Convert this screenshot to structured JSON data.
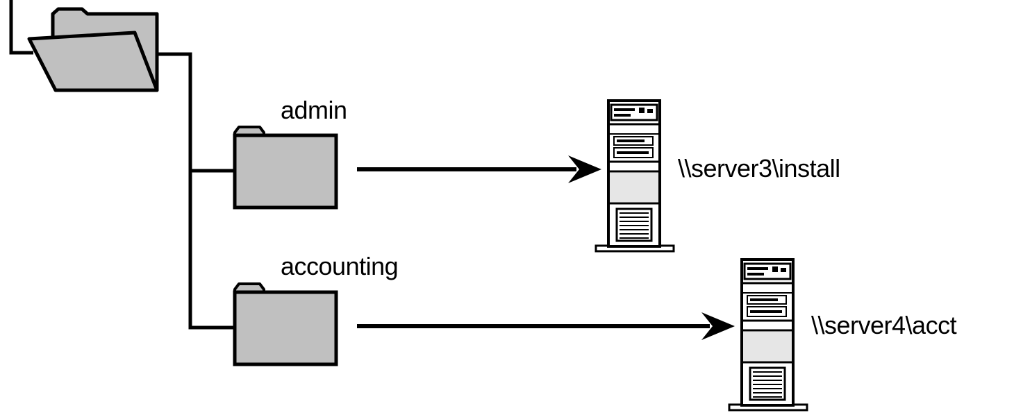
{
  "colors": {
    "line": "#000000",
    "folder_fill": "#c0c0c0",
    "server_fill": "#ffffff",
    "background": "#ffffff"
  },
  "root": {
    "icon": "open-folder-icon"
  },
  "shares": [
    {
      "folder_label": "admin",
      "folder_icon": "folder-icon",
      "target": "\\\\server3\\install",
      "target_icon": "server-icon"
    },
    {
      "folder_label": "accounting",
      "folder_icon": "folder-icon",
      "target": "\\\\server4\\acct",
      "target_icon": "server-icon"
    }
  ]
}
